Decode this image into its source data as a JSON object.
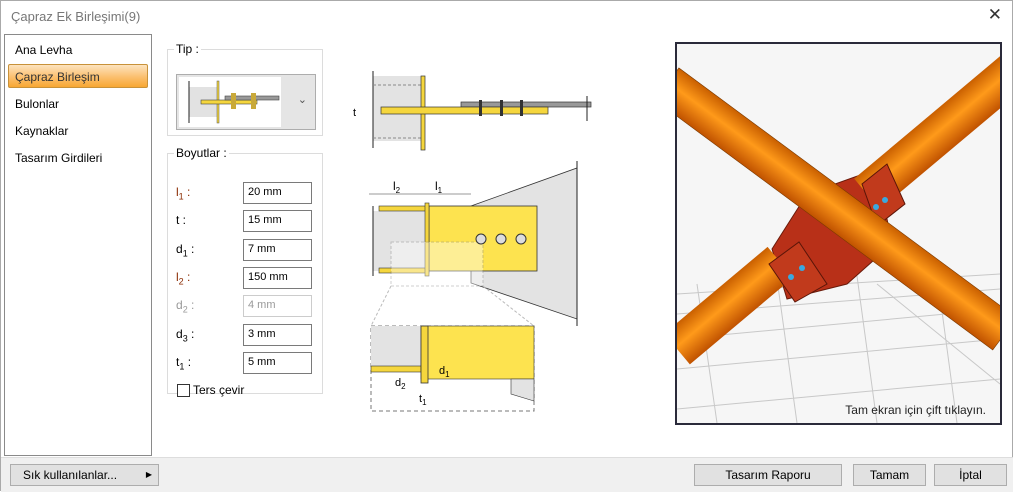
{
  "window": {
    "title": "Çapraz Ek Birleşimi(9)",
    "close": "✕"
  },
  "sidebar": {
    "items": [
      {
        "label": "Ana Levha"
      },
      {
        "label": "Çapraz Birleşim"
      },
      {
        "label": "Bulonlar"
      },
      {
        "label": "Kaynaklar"
      },
      {
        "label": "Tasarım Girdileri"
      }
    ]
  },
  "tip": {
    "legend": "Tip :"
  },
  "dims": {
    "legend": "Boyutlar :",
    "fields": [
      {
        "sym": "l",
        "sub": "1",
        "value": "20 mm",
        "enabled": true
      },
      {
        "sym": "t",
        "sub": "",
        "value": "15 mm",
        "enabled": true
      },
      {
        "sym": "d",
        "sub": "1",
        "value": "7 mm",
        "enabled": true
      },
      {
        "sym": "l",
        "sub": "2",
        "value": "150 mm",
        "enabled": true
      },
      {
        "sym": "d",
        "sub": "2",
        "value": "4 mm",
        "enabled": false
      },
      {
        "sym": "d",
        "sub": "3",
        "value": "3 mm",
        "enabled": true
      },
      {
        "sym": "t",
        "sub": "1",
        "value": "5 mm",
        "enabled": true
      }
    ],
    "reverse_label": "Ters çevir",
    "reverse_checked": false
  },
  "diagram": {
    "t": "t",
    "l2": "l",
    "l2sub": "2",
    "l1": "l",
    "l1sub": "1",
    "d1": "d",
    "d1sub": "1",
    "d2": "d",
    "d2sub": "2",
    "t1": "t",
    "t1sub": "1"
  },
  "viewport": {
    "hint": "Tam ekran için çift tıklayın."
  },
  "footer": {
    "favorites": "Sık kullanılanlar...",
    "report": "Tasarım Raporu",
    "ok": "Tamam",
    "cancel": "İptal"
  }
}
